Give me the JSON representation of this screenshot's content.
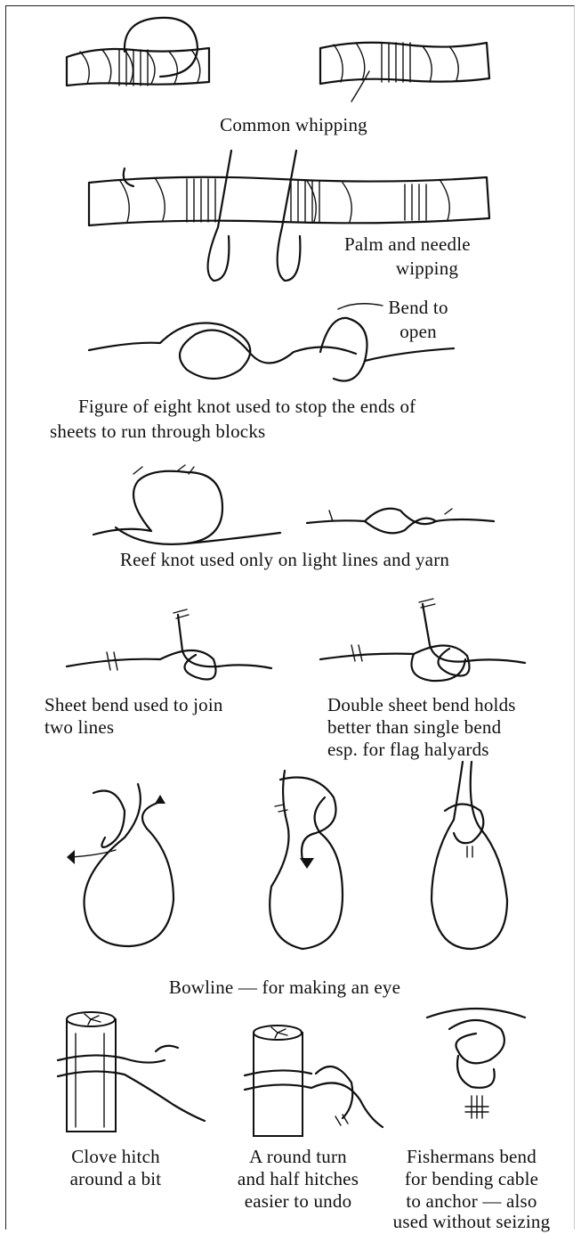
{
  "captions": {
    "common_whipping": "Common whipping",
    "palm_needle": [
      "Palm and needle",
      "wipping"
    ],
    "bend_to_open": [
      "Bend to",
      "open"
    ],
    "figure_eight": [
      "Figure of eight knot used to stop the ends of",
      "sheets to run through blocks"
    ],
    "reef_knot": "Reef knot used only on light lines and yarn",
    "sheet_bend": [
      "Sheet bend used to join",
      "two lines"
    ],
    "double_sheet_bend": [
      "Double sheet bend holds",
      "better than single bend",
      "esp. for flag halyards"
    ],
    "bowline": "Bowline — for making an eye",
    "clove_hitch": [
      "Clove hitch",
      "around a bit"
    ],
    "round_turn": [
      "A round turn",
      "and half hitches",
      "easier to undo"
    ],
    "fishermans_bend": [
      "Fishermans bend",
      "for bending cable",
      "to anchor — also",
      "used without seizing"
    ]
  },
  "illustrations": [
    "common-whipping-loop",
    "common-whipping-finished",
    "palm-and-needle-whipping",
    "figure-eight-knot",
    "reef-knot-open",
    "reef-knot-tight",
    "sheet-bend",
    "double-sheet-bend",
    "bowline-step-1",
    "bowline-step-2",
    "bowline-step-3",
    "clove-hitch",
    "round-turn-half-hitches",
    "fishermans-bend"
  ]
}
